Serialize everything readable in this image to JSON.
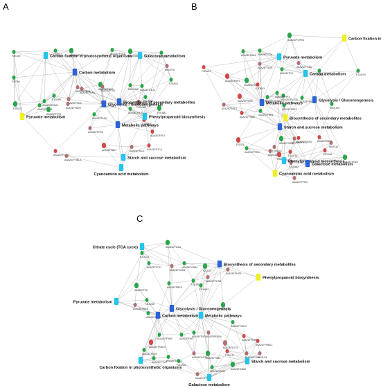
{
  "palette": {
    "protein_up": "#d04848",
    "protein_down": "#2aa64a",
    "protein_mixed": "#b07070",
    "pathway_blue": "#2c63d6",
    "pathway_cyan": "#25c4ec",
    "pathway_yellow": "#f0f020",
    "edge": "#8a8a8a"
  },
  "panels": [
    {
      "id": "A",
      "label": "A",
      "pathways": [
        {
          "name": "Carbon fixation in photosynthetic organisms",
          "color": "cyan"
        },
        {
          "name": "Galactose metabolism",
          "color": "cyan"
        },
        {
          "name": "Carbon metabolism",
          "color": "blue"
        },
        {
          "name": "Glycolysis / Gluconeogenesis",
          "color": "blue"
        },
        {
          "name": "Biosynthesis of secondary metabolites",
          "color": "blue"
        },
        {
          "name": "Pyruvate metabolism",
          "color": "yellow"
        },
        {
          "name": "Phenylpropanoid biosynthesis",
          "color": "cyan"
        },
        {
          "name": "Metabolic pathways",
          "color": "blue"
        },
        {
          "name": "Starch and sucrose metabolism",
          "color": "cyan"
        },
        {
          "name": "Cyanoamino acid metabolism",
          "color": "cyan"
        }
      ],
      "proteins": [
        {
          "id": "A0A267FUK3",
          "type": "down"
        },
        {
          "id": "A0A267F9CA",
          "type": "down"
        },
        {
          "id": "F2EJU4",
          "type": "down"
        },
        {
          "id": "F2EJ09",
          "type": "down"
        },
        {
          "id": "F2EJ37",
          "type": "down"
        },
        {
          "id": "M0XR85",
          "type": "down"
        },
        {
          "id": "M0UVT8",
          "type": "mixed"
        },
        {
          "id": "F2EI49",
          "type": "down"
        },
        {
          "id": "A0A267FKA5",
          "type": "mixed"
        },
        {
          "id": "A0A267F9N3",
          "type": "mixed"
        },
        {
          "id": "A0A267F8H9",
          "type": "down"
        },
        {
          "id": "M0XLW2",
          "type": "down"
        },
        {
          "id": "A0A267GKJ3",
          "type": "down"
        },
        {
          "id": "A0A267F7A1",
          "type": "mixed"
        },
        {
          "id": "F2EAV1",
          "type": "down"
        },
        {
          "id": "F2EL75",
          "type": "down"
        },
        {
          "id": "A0A267F8D5",
          "type": "mixed"
        },
        {
          "id": "A0A267G3M9",
          "type": "down"
        },
        {
          "id": "A0A267FA94",
          "type": "down"
        },
        {
          "id": "F2DMK1",
          "type": "down"
        },
        {
          "id": "A0A267F9T0",
          "type": "down"
        },
        {
          "id": "A0A267FUE1",
          "type": "down"
        },
        {
          "id": "A0A267FB64",
          "type": "mixed"
        },
        {
          "id": "F2DX60",
          "type": "down"
        },
        {
          "id": "A0A267GK30",
          "type": "down"
        },
        {
          "id": "F2DVM2",
          "type": "mixed"
        },
        {
          "id": "F2DVE5",
          "type": "up"
        },
        {
          "id": "A0A267G8N3",
          "type": "mixed"
        },
        {
          "id": "A0A267FFR6",
          "type": "mixed"
        },
        {
          "id": "A0A267F8V7",
          "type": "up"
        },
        {
          "id": "A0A267FB07",
          "type": "up"
        },
        {
          "id": "A0A267HLL6",
          "type": "mixed"
        },
        {
          "id": "A0A267FL4K2",
          "type": "up"
        },
        {
          "id": "A0A267FTCA",
          "type": "up"
        },
        {
          "id": "A0A267FHNLA",
          "type": "mixed"
        },
        {
          "id": "F2EAB1",
          "type": "down"
        }
      ]
    },
    {
      "id": "B",
      "label": "B",
      "pathways": [
        {
          "name": "Carbon fixation in photosynthetic organisms",
          "color": "yellow"
        },
        {
          "name": "Pyruvate metabolism",
          "color": "cyan"
        },
        {
          "name": "Carbon metabolism",
          "color": "cyan"
        },
        {
          "name": "Metabolic pathways",
          "color": "blue"
        },
        {
          "name": "Glycolysis / Gluconeogenesis",
          "color": "blue"
        },
        {
          "name": "Biosynthesis of secondary metabolites",
          "color": "yellow"
        },
        {
          "name": "Starch and sucrose metabolism",
          "color": "blue"
        },
        {
          "name": "Phenylpropanoid biosynthesis",
          "color": "cyan"
        },
        {
          "name": "Cyanoamino acid metabolism",
          "color": "yellow"
        },
        {
          "name": "Galactose metabolism",
          "color": "blue"
        }
      ],
      "proteins": [
        {
          "id": "A0A267FUP03",
          "type": "down"
        },
        {
          "id": "A0A267FB64",
          "type": "down"
        },
        {
          "id": "A0A267F7T0",
          "type": "down"
        },
        {
          "id": "A0A267FC83",
          "type": "mixed"
        },
        {
          "id": "F2EAS1",
          "type": "up"
        },
        {
          "id": "A0A267G8J4",
          "type": "down"
        },
        {
          "id": "A0A267FE25",
          "type": "mixed"
        },
        {
          "id": "A0A267FX7",
          "type": "down"
        },
        {
          "id": "F2EL75",
          "type": "down"
        },
        {
          "id": "F2DUS4",
          "type": "down"
        },
        {
          "id": "A0A267FAF9",
          "type": "up"
        },
        {
          "id": "F2DK93",
          "type": "up"
        },
        {
          "id": "A0A267FKT05",
          "type": "down"
        },
        {
          "id": "A0A267FGA5",
          "type": "down"
        },
        {
          "id": "A0A267F9P1",
          "type": "down"
        },
        {
          "id": "A0A267FN05",
          "type": "up"
        },
        {
          "id": "A0A267G3T3",
          "type": "mixed"
        },
        {
          "id": "A0A267F5K3",
          "type": "down"
        },
        {
          "id": "A0A267F9N6",
          "type": "up"
        },
        {
          "id": "A0A267F6F8",
          "type": "down"
        },
        {
          "id": "A0A267G684",
          "type": "down"
        },
        {
          "id": "A0A267FKA5",
          "type": "down"
        },
        {
          "id": "M0XLW2",
          "type": "down"
        },
        {
          "id": "F2DVE5",
          "type": "mixed"
        },
        {
          "id": "A0A267FDP4",
          "type": "up"
        },
        {
          "id": "F2DC9",
          "type": "up"
        },
        {
          "id": "A0A267FVE9",
          "type": "down"
        },
        {
          "id": "M0XL64",
          "type": "mixed"
        },
        {
          "id": "F2DVT2",
          "type": "up"
        },
        {
          "id": "F2DVM2",
          "type": "mixed"
        },
        {
          "id": "F2DAS5",
          "type": "up"
        },
        {
          "id": "A0A267FF71",
          "type": "mixed"
        },
        {
          "id": "A0A267G8J4",
          "type": "up"
        },
        {
          "id": "F2DX08",
          "type": "up"
        },
        {
          "id": "M0XJ14",
          "type": "mixed"
        },
        {
          "id": "A0A267FD63",
          "type": "down"
        },
        {
          "id": "A0A267FPB3",
          "type": "mixed"
        }
      ]
    },
    {
      "id": "C",
      "label": "C",
      "pathways": [
        {
          "name": "Citrate cycle (TCA cycle)",
          "color": "cyan"
        },
        {
          "name": "Biosynthesis of secondary metabolites",
          "color": "blue"
        },
        {
          "name": "Phenylpropanoid biosynthesis",
          "color": "yellow"
        },
        {
          "name": "Pyruvate metabolism",
          "color": "cyan"
        },
        {
          "name": "Glycolysis / Gluconeogenesis",
          "color": "blue"
        },
        {
          "name": "Carbon metabolism",
          "color": "blue"
        },
        {
          "name": "Metabolic pathways",
          "color": "cyan"
        },
        {
          "name": "Carbon fixation in photosynthetic organisms",
          "color": "cyan"
        },
        {
          "name": "Starch and sucrose metabolism",
          "color": "cyan"
        },
        {
          "name": "Galactose metabolism",
          "color": "cyan"
        }
      ],
      "proteins": [
        {
          "id": "A0A267FUA4",
          "type": "down"
        },
        {
          "id": "F2DC24",
          "type": "down"
        },
        {
          "id": "A0A267F7X1",
          "type": "down"
        },
        {
          "id": "A0A267G5B4",
          "type": "down"
        },
        {
          "id": "A0A267FHX6",
          "type": "mixed"
        },
        {
          "id": "F2DJ37",
          "type": "down"
        },
        {
          "id": "A0A267G4M2",
          "type": "mixed"
        },
        {
          "id": "A0A267FBE6",
          "type": "down"
        },
        {
          "id": "F2DU67",
          "type": "down"
        },
        {
          "id": "A0A267FHN5",
          "type": "mixed"
        },
        {
          "id": "A0A267F9C",
          "type": "down"
        },
        {
          "id": "F2DHM3",
          "type": "down"
        },
        {
          "id": "F2DQ88",
          "type": "down"
        },
        {
          "id": "A0A267FB64",
          "type": "mixed"
        },
        {
          "id": "A0A267FHL3",
          "type": "down"
        },
        {
          "id": "F2DU71",
          "type": "down"
        },
        {
          "id": "A0A267FWU9",
          "type": "down"
        },
        {
          "id": "A0A267F8U9",
          "type": "mixed"
        },
        {
          "id": "A0A267FSD1",
          "type": "down"
        },
        {
          "id": "A0A267FGZ5",
          "type": "up"
        },
        {
          "id": "A0A267G7C5",
          "type": "mixed"
        },
        {
          "id": "A0A267FHML1",
          "type": "up"
        },
        {
          "id": "F2DVT2",
          "type": "up"
        },
        {
          "id": "M0XL64",
          "type": "mixed"
        },
        {
          "id": "A0A267FJG8",
          "type": "mixed"
        },
        {
          "id": "A0A267FNAT3",
          "type": "up"
        },
        {
          "id": "A0A267F9N5",
          "type": "down"
        },
        {
          "id": "A0A267F98",
          "type": "down"
        },
        {
          "id": "A0A267GG33",
          "type": "mixed"
        },
        {
          "id": "A0A267FK29",
          "type": "down"
        },
        {
          "id": "A0A267F5B9",
          "type": "down"
        },
        {
          "id": "A0A267GRK2",
          "type": "down"
        },
        {
          "id": "A0A267FTM7",
          "type": "down"
        },
        {
          "id": "F2DV05",
          "type": "down"
        },
        {
          "id": "A0A267FVR0",
          "type": "down"
        },
        {
          "id": "A0A267G8A5",
          "type": "down"
        },
        {
          "id": "A0A267FKT",
          "type": "mixed"
        }
      ]
    }
  ]
}
